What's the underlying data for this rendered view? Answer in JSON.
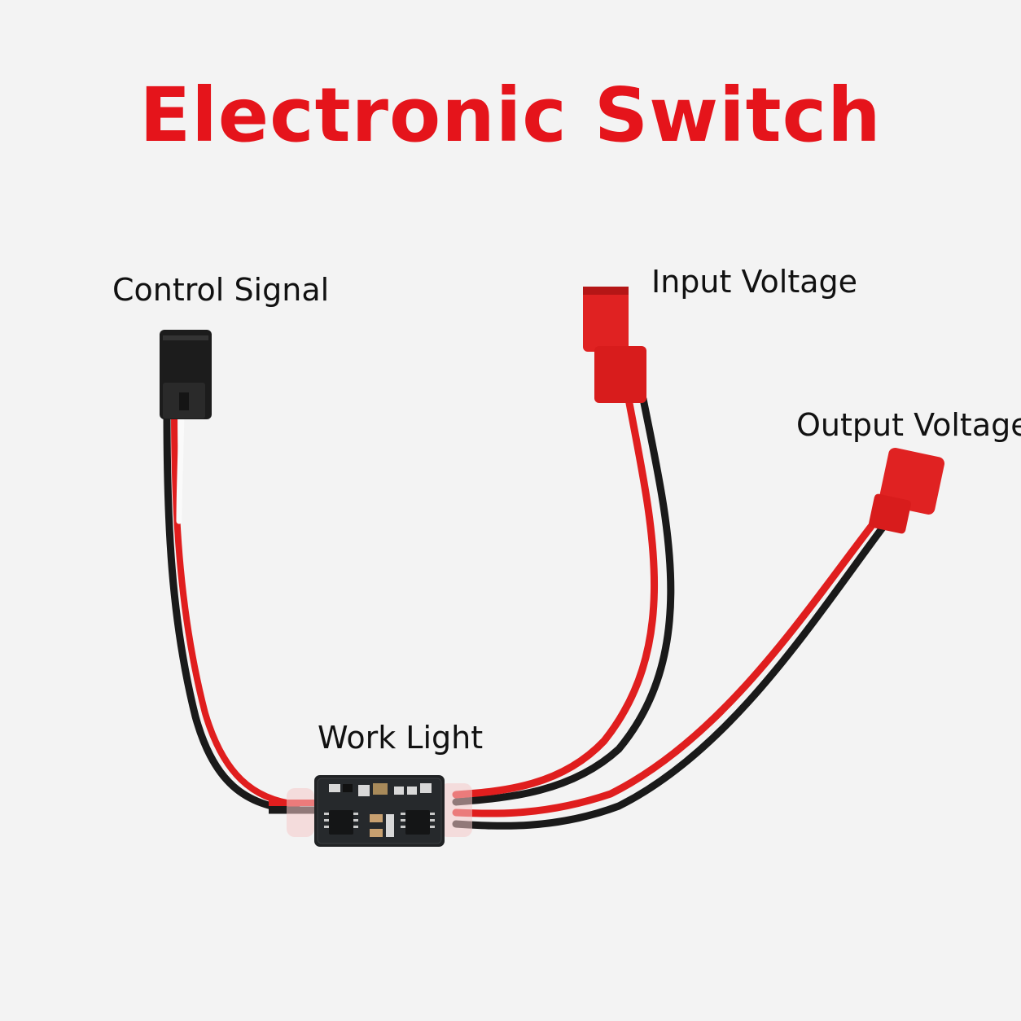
{
  "title": "Electronic Switch",
  "labels": {
    "control_signal": "Control Signal",
    "input_voltage": "Input Voltage",
    "output_voltage": "Output Voltage",
    "work_light": "Work Light"
  },
  "colors": {
    "title": "#e5141b",
    "wire_red": "#e01e1e",
    "wire_black": "#1a1a1a",
    "connector_red": "#e02222",
    "connector_black": "#1c1c1c",
    "board": "#202224"
  }
}
